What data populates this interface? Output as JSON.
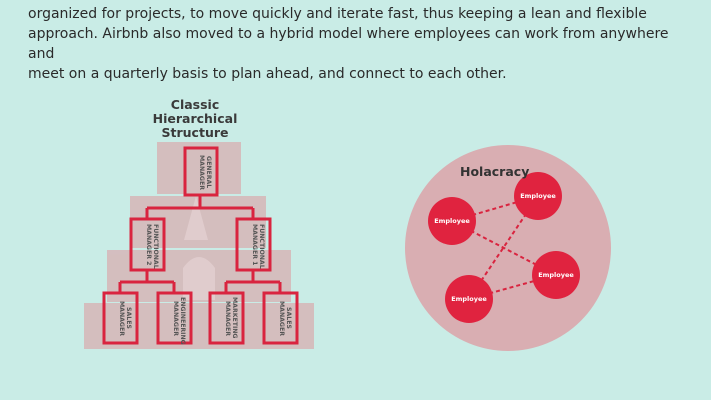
{
  "intro": {
    "line1": "organized for projects, to move quickly and iterate fast, thus keeping a lean and flexible",
    "line2": "approach. Airbnb also moved to a hybrid model where employees can work from anywhere and",
    "line3": "meet on a quarterly basis to plan ahead, and connect to each other."
  },
  "hierarchy": {
    "title_line1": "Classic",
    "title_line2": "Hierarchical",
    "title_line3": "Structure",
    "top": "GENERAL MANAGER",
    "middle": [
      "FUNCTIONAL MANAGER 2",
      "FUNCTIONAL MANAGER 1"
    ],
    "bottom": [
      "SALES MANAGER",
      "ENGINEERING MANAGER",
      "MARKETING MANAGER",
      "SALES MANAGER"
    ]
  },
  "holacracy": {
    "title": "Holacracy",
    "employees": [
      "Employee",
      "Employee",
      "Employee",
      "Employee"
    ]
  },
  "colors": {
    "background": "#c9ece6",
    "accent_red": "#d9243f",
    "pink_fill": "#d9aeb2",
    "block_fill": "#d6b6b8"
  }
}
